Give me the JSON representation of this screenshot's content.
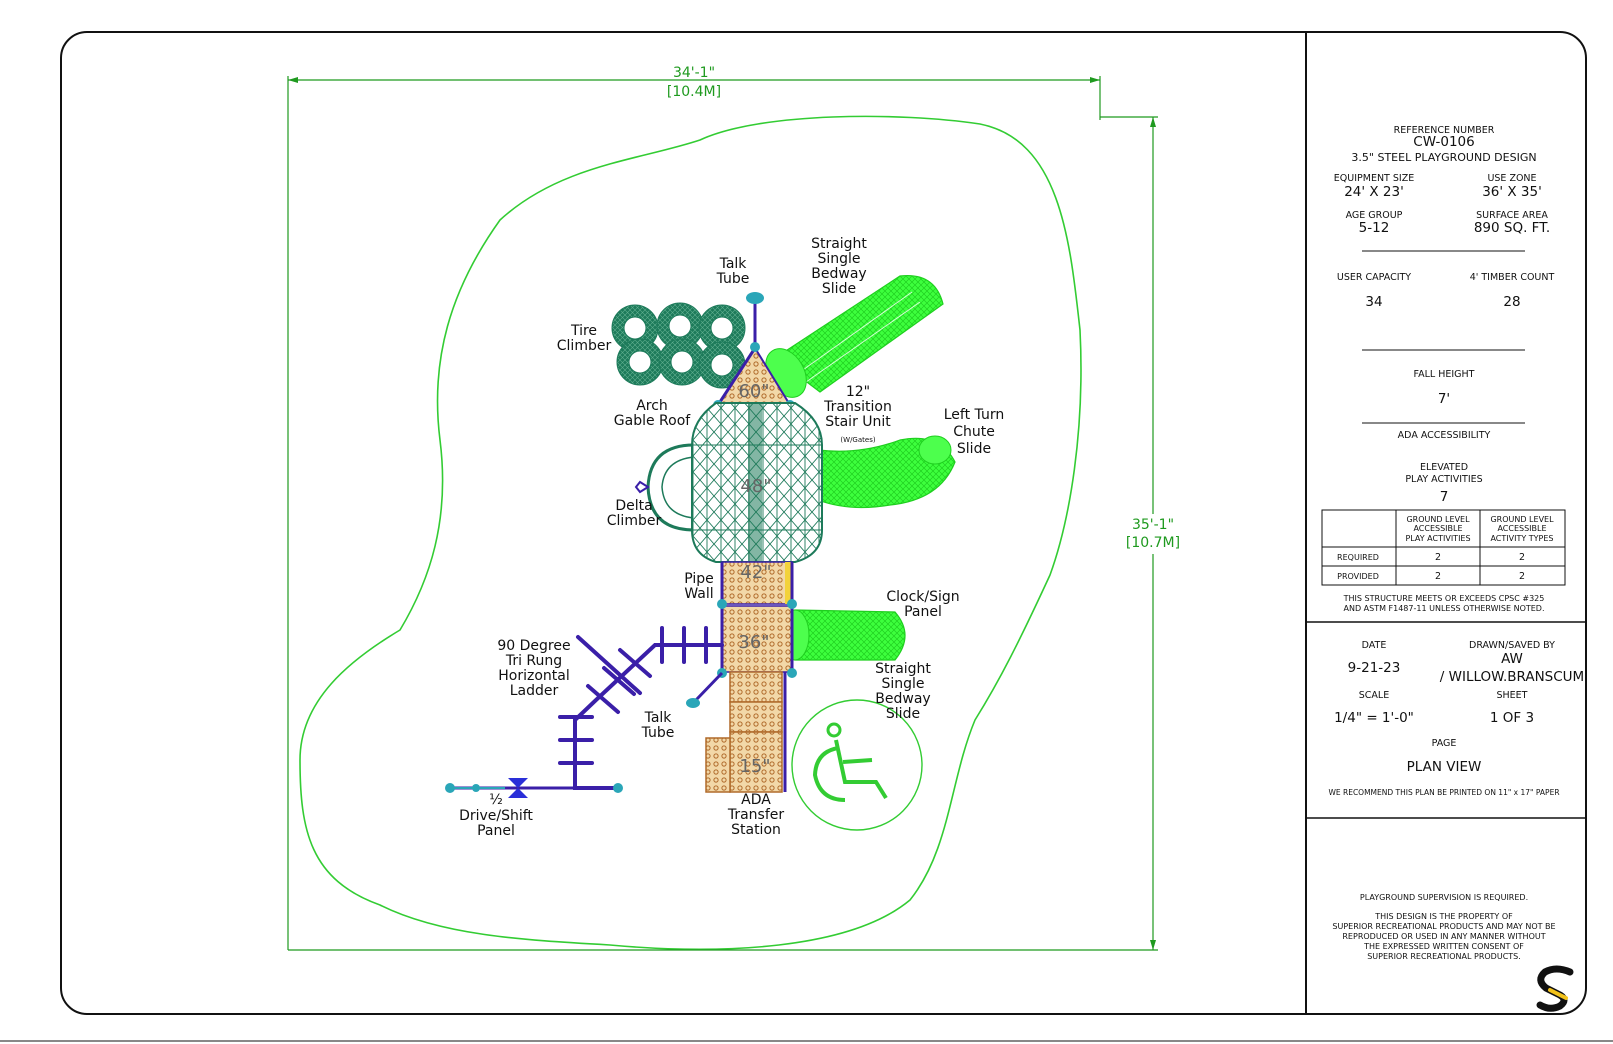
{
  "plan": {
    "dim_width": "34'-1\"",
    "dim_width_metric": "[10.4M]",
    "dim_depth": "35'-1\"",
    "dim_depth_metric": "[10.7M]",
    "deck_heights": [
      "60\"",
      "48\"",
      "42\"",
      "36\"",
      "15\""
    ],
    "labels": {
      "talk_tube_top": [
        "Talk",
        "Tube"
      ],
      "straight_slide_top": [
        "Straight",
        "Single",
        "Bedway",
        "Slide"
      ],
      "tire_climber": [
        "Tire",
        "Climber"
      ],
      "arch_gable_roof": [
        "Arch",
        "Gable Roof"
      ],
      "transition_stair": [
        "12\"",
        "Transition",
        "Stair Unit"
      ],
      "transition_note": "(W/Gates)",
      "left_turn_chute": [
        "Left Turn",
        "Chute",
        "Slide"
      ],
      "delta_climber": [
        "Delta",
        "Climber"
      ],
      "pipe_wall": [
        "Pipe",
        "Wall"
      ],
      "clock_sign": [
        "Clock/Sign",
        "Panel"
      ],
      "horizontal_ladder": [
        "90 Degree",
        "Tri Rung",
        "Horizontal",
        "Ladder"
      ],
      "straight_slide_bottom": [
        "Straight",
        "Single",
        "Bedway",
        "Slide"
      ],
      "talk_tube_bottom": [
        "Talk",
        "Tube"
      ],
      "drive_shift": [
        "½",
        "Drive/Shift",
        "Panel"
      ],
      "ada_transfer": [
        "ADA",
        "Transfer",
        "Station"
      ]
    }
  },
  "title_block": {
    "reference_label": "REFERENCE NUMBER",
    "reference_number": "CW-0106",
    "design_name": "3.5\" STEEL PLAYGROUND DESIGN",
    "equipment_size_label": "EQUIPMENT SIZE",
    "equipment_size": "24' X 23'",
    "use_zone_label": "USE ZONE",
    "use_zone": "36' X 35'",
    "age_group_label": "AGE GROUP",
    "age_group": "5-12",
    "surface_area_label": "SURFACE AREA",
    "surface_area": "890 SQ. FT.",
    "user_capacity_label": "USER CAPACITY",
    "user_capacity": "34",
    "timber_count_label": "4' TIMBER COUNT",
    "timber_count": "28",
    "fall_height_label": "FALL HEIGHT",
    "fall_height": "7'",
    "ada_label": "ADA ACCESSIBILITY",
    "elevated_label": [
      "ELEVATED",
      "PLAY ACTIVITIES"
    ],
    "elevated_value": "7",
    "table": {
      "col1": [
        "GROUND LEVEL",
        "ACCESSIBLE",
        "PLAY ACTIVITIES"
      ],
      "col2": [
        "GROUND LEVEL",
        "ACCESSIBLE",
        "ACTIVITY TYPES"
      ],
      "rows": [
        {
          "label": "REQUIRED",
          "a": "2",
          "b": "2"
        },
        {
          "label": "PROVIDED",
          "a": "2",
          "b": "2"
        }
      ]
    },
    "compliance": [
      "THIS STRUCTURE MEETS OR EXCEEDS CPSC #325",
      "AND ASTM F1487-11 UNLESS OTHERWISE NOTED."
    ],
    "date_label": "DATE",
    "date": "9-21-23",
    "drawn_label": "DRAWN/SAVED BY",
    "drawn_initials": "AW",
    "drawn_user": "/ WILLOW.BRANSCUM",
    "scale_label": "SCALE",
    "scale": "1/4\" = 1'-0\"",
    "sheet_label": "SHEET",
    "sheet": "1 OF 3",
    "page_label": "PAGE",
    "page": "PLAN VIEW",
    "print_note": "WE RECOMMEND THIS PLAN BE PRINTED ON 11\" x 17\" PAPER",
    "supervision": "PLAYGROUND SUPERVISION IS REQUIRED.",
    "property_note": [
      "THIS DESIGN IS THE PROPERTY OF",
      "SUPERIOR RECREATIONAL PRODUCTS AND MAY NOT BE",
      "REPRODUCED OR USED IN ANY MANNER WITHOUT",
      "THE EXPRESSED WRITTEN CONSENT OF",
      "SUPERIOR RECREATIONAL PRODUCTS."
    ]
  },
  "colors": {
    "slide": "#33ff33",
    "roof": "#1d7a5a",
    "steel": "#3a1fa8",
    "deck": "#c98b4a",
    "post": "#2aa6b8",
    "dimension": "#1f9a1f"
  }
}
